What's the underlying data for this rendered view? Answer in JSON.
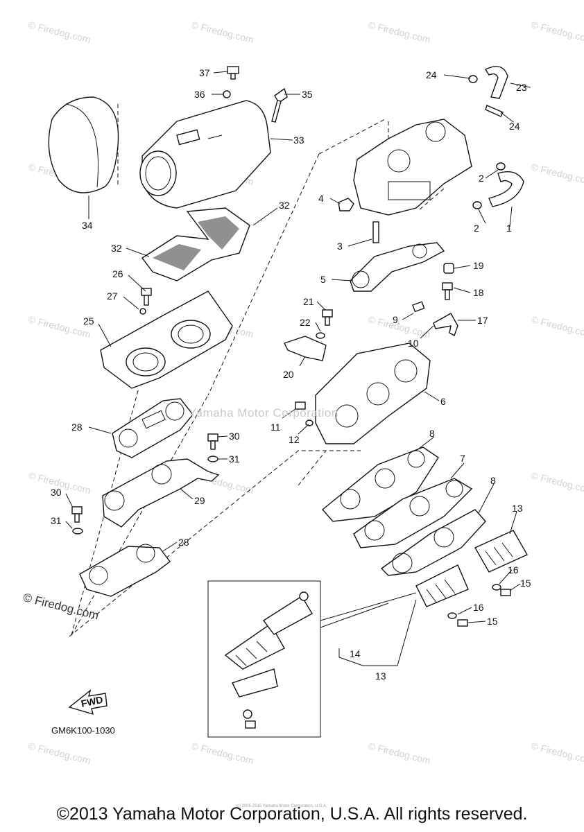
{
  "watermark": "© Firedog.com",
  "center_watermark": "Yamaha Motor Corporation",
  "diagram_code": "GM6K100-1030",
  "fwd_label": "FWD",
  "copyright": "©2013 Yamaha Motor Corporation, U.S.A. All rights reserved.",
  "fine_print": "(c) 2005-2015 Yamaha Motor Corporation, U.S.A.",
  "callouts": [
    "1",
    "2",
    "2",
    "3",
    "4",
    "5",
    "6",
    "7",
    "8",
    "8",
    "9",
    "10",
    "11",
    "12",
    "13",
    "13",
    "14",
    "15",
    "15",
    "16",
    "16",
    "17",
    "18",
    "19",
    "20",
    "21",
    "22",
    "23",
    "24",
    "24",
    "25",
    "26",
    "27",
    "28",
    "28",
    "29",
    "30",
    "30",
    "31",
    "31",
    "32",
    "32",
    "33",
    "34",
    "35",
    "36",
    "37"
  ]
}
